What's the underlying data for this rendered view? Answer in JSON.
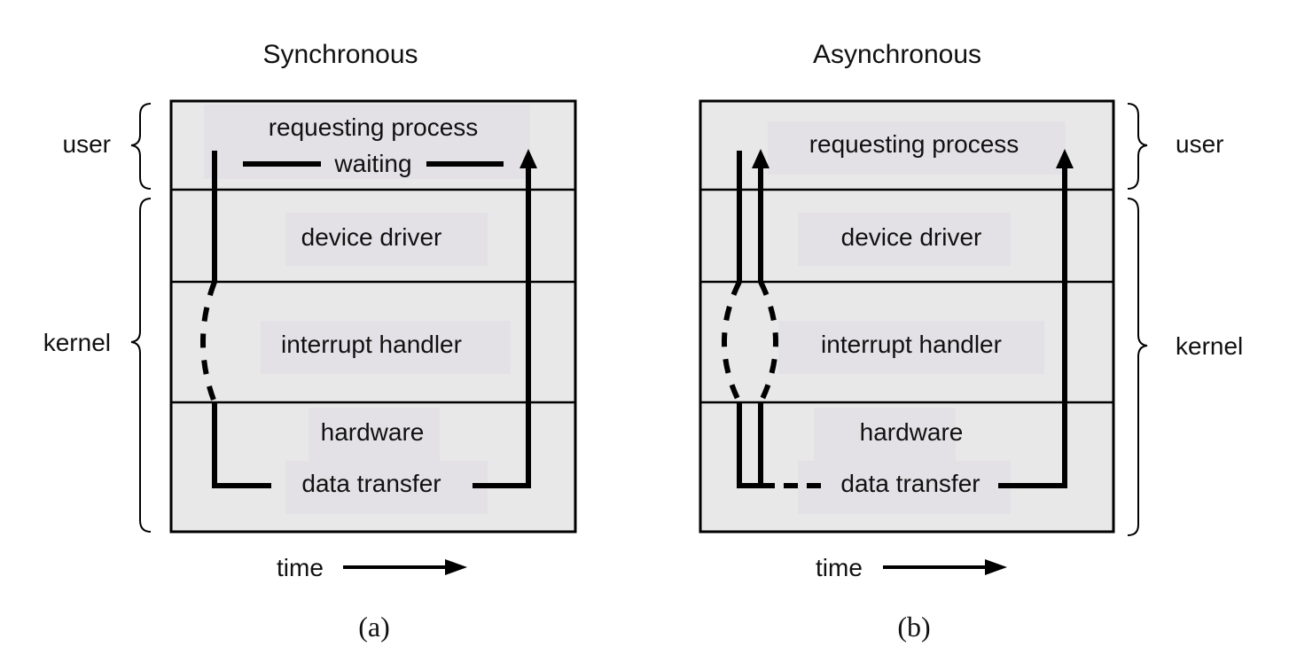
{
  "panels": [
    {
      "title": "Synchronous",
      "caption": "(a)",
      "layers": {
        "user": "requesting process",
        "user_sub": "waiting",
        "driver": "device driver",
        "interrupt": "interrupt handler",
        "hardware": "hardware",
        "transfer": "data transfer"
      },
      "brace_user": "user",
      "brace_kernel": "kernel",
      "time_label": "time"
    },
    {
      "title": "Asynchronous",
      "caption": "(b)",
      "layers": {
        "user": "requesting process",
        "driver": "device driver",
        "interrupt": "interrupt handler",
        "hardware": "hardware",
        "transfer": "data transfer"
      },
      "brace_user": "user",
      "brace_kernel": "kernel",
      "time_label": "time"
    }
  ],
  "colors": {
    "box_fill": "#e8e8e8",
    "label_fill": "#e3e1e5",
    "stroke": "#000000"
  }
}
